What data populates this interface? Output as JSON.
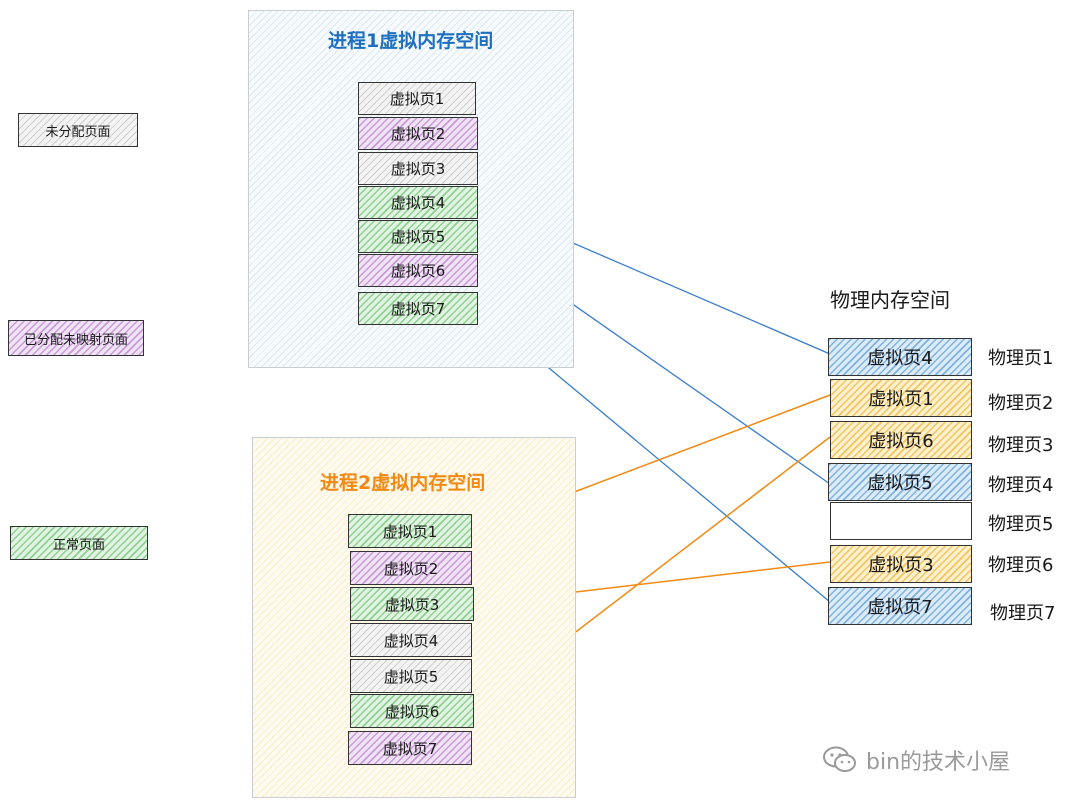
{
  "legend": {
    "unallocated": "未分配页面",
    "allocated_unmapped": "已分配未映射页面",
    "normal": "正常页面"
  },
  "process1": {
    "title": "进程1虚拟内存空间",
    "pages": [
      "虚拟页1",
      "虚拟页2",
      "虚拟页3",
      "虚拟页4",
      "虚拟页5",
      "虚拟页6",
      "虚拟页7"
    ]
  },
  "process2": {
    "title": "进程2虚拟内存空间",
    "pages": [
      "虚拟页1",
      "虚拟页2",
      "虚拟页3",
      "虚拟页4",
      "虚拟页5",
      "虚拟页6",
      "虚拟页7"
    ]
  },
  "physical": {
    "title": "物理内存空间",
    "slots": [
      "虚拟页4",
      "虚拟页1",
      "虚拟页6",
      "虚拟页5",
      "",
      "虚拟页3",
      "虚拟页7"
    ],
    "labels": [
      "物理页1",
      "物理页2",
      "物理页3",
      "物理页4",
      "物理页5",
      "物理页6",
      "物理页7"
    ]
  },
  "colors": {
    "process1_link": "#3a7dc9",
    "process2_link": "#f08a13"
  },
  "watermark": "bin的技术小屋"
}
